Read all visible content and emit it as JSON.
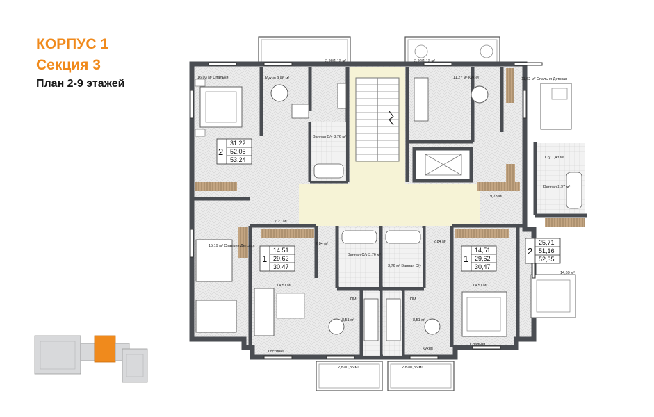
{
  "header": {
    "building": "КОРПУС 1",
    "section": "Секция 3",
    "floors": "План 2-9 этажей"
  },
  "colors": {
    "accent": "#f08a1c",
    "wall": "#4a4d52",
    "hall": "#f6f3d6",
    "floor": "#e9e9e9",
    "wood": "#b69a7a"
  },
  "apartments": [
    {
      "rooms": "2",
      "areas": [
        "31,22",
        "52,05",
        "53,24"
      ]
    },
    {
      "rooms": "1",
      "areas": [
        "14,51",
        "29,62",
        "30,47"
      ]
    },
    {
      "rooms": "1",
      "areas": [
        "14,51",
        "29,62",
        "30,47"
      ]
    },
    {
      "rooms": "2",
      "areas": [
        "25,71",
        "51,16",
        "52,35"
      ]
    }
  ],
  "room_labels": {
    "nw_bedroom": "16,03 м² Спальня",
    "nw_kitchen": "Кухня 9,86 м²",
    "top_balcony_l": "3,96\\1,19 м²",
    "top_balcony_r": "3,96\\1,19 м²",
    "ne_kitchen": "11,27 м² Кухня",
    "ne_bedroom": "11,62 м² Спальня Детская",
    "bath_l": "Ванная С/у 3,76 м²",
    "su_r": "С/у 1,43 м²",
    "bath_r": "Ванная 2,97 м²",
    "corr_ne": "9,78 м²",
    "corr_nw": "7,21 м²",
    "w_living": "15,19 м² Спальня Детская",
    "living_cl": "14,51 м²",
    "hall_cl": "2,84 м²",
    "bath_cl": "Ванная С/у 3,76 м²",
    "bath_cr": "3,76 м² Ванная С/у",
    "hall_cr": "2,84 м²",
    "living_cr": "14,51 м²",
    "se_room": "14,69 м²",
    "kitchen_cl": "8,51 м²",
    "kitchen_cr": "8,51 м²",
    "pm": "ПМ",
    "gostinaya": "Гостиная",
    "kuhnya": "Кухня",
    "spalnya": "Спальня",
    "bot_balcony_l": "2,82\\0,85 м²",
    "bot_balcony_r": "2,82\\0,85 м²"
  }
}
